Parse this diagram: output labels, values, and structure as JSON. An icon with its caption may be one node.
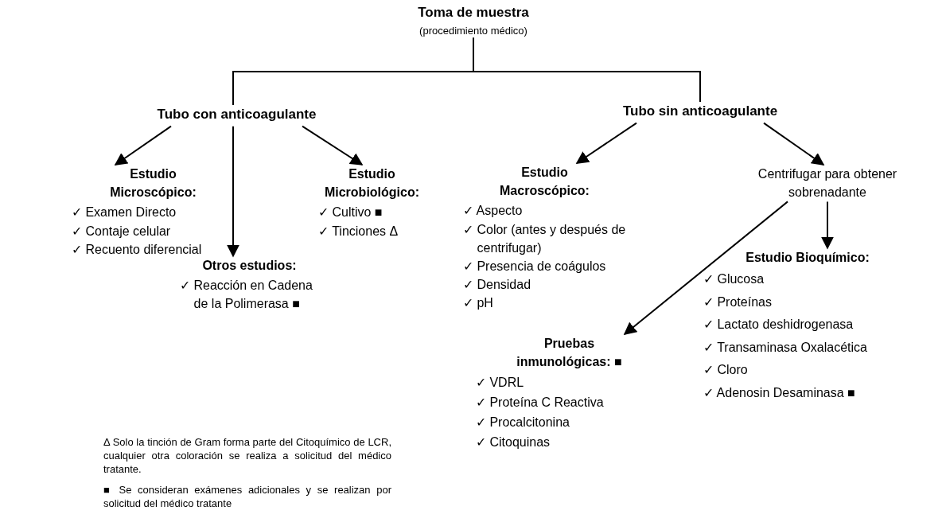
{
  "diagram": {
    "nodes": [
      {
        "text": [
          "Toma de muestra",
          "(procedimiento médico)"
        ]
      },
      {
        "text": [
          "Tubo con anticoagulante"
        ]
      },
      {
        "text": [
          "Tubo sin anticoagulante"
        ]
      },
      {
        "text": [
          "Estudio Microscópico:",
          "✓ Examen Directo",
          "✓ Contaje celular",
          "✓ Recuento diferencial"
        ]
      },
      {
        "text": [
          "Estudio Microbiológico:",
          "✓ Cultivo ■",
          "✓ Tinciones Δ"
        ]
      },
      {
        "text": [
          "Otros estudios:",
          "✓ Reacción en Cadena de la Polimerasa ■"
        ]
      },
      {
        "text": [
          "Estudio Macroscópico:",
          "✓ Aspecto",
          "✓ Color (antes y después de centrifugar)",
          "✓ Presencia de coágulos",
          "✓ Densidad",
          "✓ pH"
        ]
      },
      {
        "text": [
          "Centrifugar para obtener sobrenadante"
        ]
      },
      {
        "text": [
          "Estudio Bioquímico:",
          "✓ Glucosa",
          "✓ Proteínas",
          "✓ Lactato deshidrogenasa",
          "✓ Transaminasa Oxalacética",
          "✓ Cloro",
          "✓ Adenosin Desaminasa ■"
        ]
      },
      {
        "text": [
          "Pruebas inmunológicas: ■",
          "✓ VDRL",
          "✓ Proteína C Reactiva",
          "✓ Procalcitonina",
          "✓ Citoquinas"
        ]
      }
    ],
    "edges": [
      {
        "from": 0,
        "to": 1,
        "arrow": "none"
      },
      {
        "from": 0,
        "to": 2,
        "arrow": "none"
      },
      {
        "from": 1,
        "to": 3,
        "arrow": "to"
      },
      {
        "from": 1,
        "to": 4,
        "arrow": "to"
      },
      {
        "from": 1,
        "to": 5,
        "arrow": "to"
      },
      {
        "from": 2,
        "to": 6,
        "arrow": "to"
      },
      {
        "from": 2,
        "to": 7,
        "arrow": "to"
      },
      {
        "from": 7,
        "to": 8,
        "arrow": "to"
      },
      {
        "from": 7,
        "to": 9,
        "arrow": "to"
      }
    ],
    "labels": [
      "Δ Solo la tinción de Gram forma parte del Citoquímico de LCR, cualquier otra coloración se realiza a solicitud del médico tratante.",
      "■ Se consideran exámenes adicionales y se realizan por solicitud del médico tratante"
    ]
  }
}
